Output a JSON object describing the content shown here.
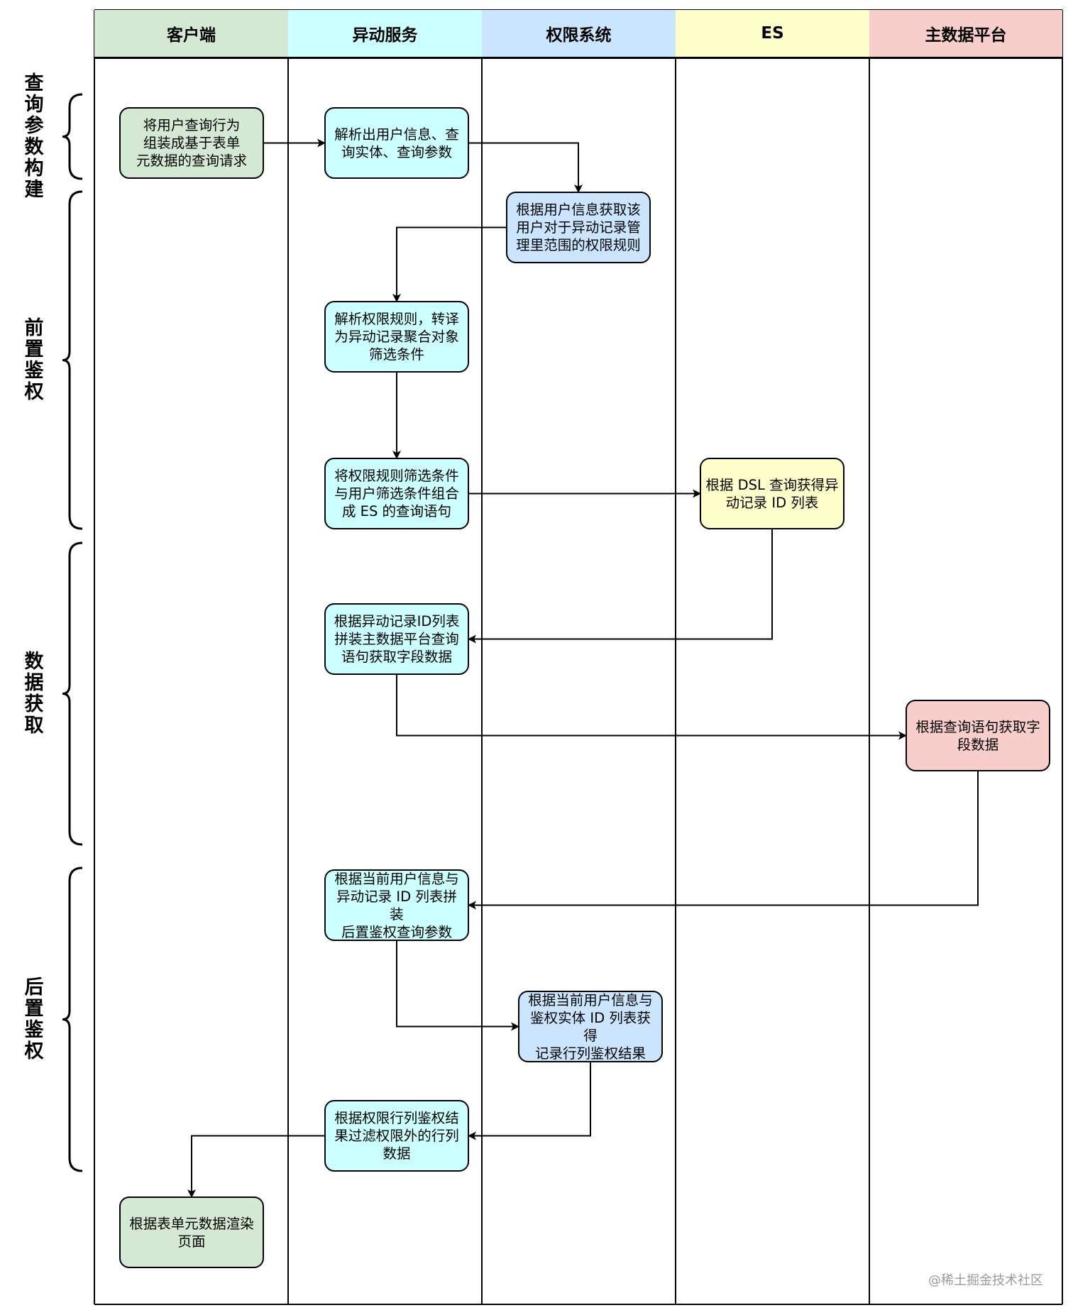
{
  "lanes": [
    {
      "id": "client",
      "label": "客户端",
      "color": "#d5e8d4"
    },
    {
      "id": "anomaly",
      "label": "异动服务",
      "color": "#ccffff"
    },
    {
      "id": "permission",
      "label": "权限系统",
      "color": "#cce5ff"
    },
    {
      "id": "es",
      "label": "ES",
      "color": "#ffffcc"
    },
    {
      "id": "mdp",
      "label": "主数据平台",
      "color": "#f8cecc"
    }
  ],
  "phases": [
    {
      "id": "query-param-build",
      "label": "查询参数构建"
    },
    {
      "id": "pre-auth",
      "label": "前置鉴权"
    },
    {
      "id": "data-fetch",
      "label": "数据获取"
    },
    {
      "id": "post-auth",
      "label": "后置鉴权"
    }
  ],
  "nodes": [
    {
      "id": "n1",
      "lane": "client",
      "lines": [
        "将用户查询行为",
        "组装成基于表单",
        "元数据的查询请求"
      ]
    },
    {
      "id": "n2",
      "lane": "anomaly",
      "lines": [
        "解析出用户信息、查",
        "询实体、查询参数"
      ]
    },
    {
      "id": "n3",
      "lane": "permission",
      "lines": [
        "根据用户信息获取该",
        "用户对于异动记录管",
        "理里范围的权限规则"
      ]
    },
    {
      "id": "n4",
      "lane": "anomaly",
      "lines": [
        "解析权限规则，转译",
        "为异动记录聚合对象",
        "筛选条件"
      ]
    },
    {
      "id": "n5",
      "lane": "anomaly",
      "lines": [
        "将权限规则筛选条件",
        "与用户筛选条件组合",
        "成 ES 的查询语句"
      ]
    },
    {
      "id": "n6",
      "lane": "es",
      "lines": [
        "根据 DSL 查询获得异",
        "动记录 ID 列表"
      ]
    },
    {
      "id": "n7",
      "lane": "anomaly",
      "lines": [
        "根据异动记录ID列表",
        "拼装主数据平台查询",
        "语句获取字段数据"
      ]
    },
    {
      "id": "n8",
      "lane": "mdp",
      "lines": [
        "根据查询语句获取字",
        "段数据"
      ]
    },
    {
      "id": "n9",
      "lane": "anomaly",
      "lines": [
        "根据当前用户信息与",
        "异动记录 ID 列表拼装",
        "后置鉴权查询参数"
      ]
    },
    {
      "id": "n10",
      "lane": "permission",
      "lines": [
        "根据当前用户信息与",
        "鉴权实体 ID 列表获得",
        "记录行列鉴权结果"
      ]
    },
    {
      "id": "n11",
      "lane": "anomaly",
      "lines": [
        "根据权限行列鉴权结",
        "果过滤权限外的行列",
        "数据"
      ]
    },
    {
      "id": "n12",
      "lane": "client",
      "lines": [
        "根据表单元数据渲染",
        "页面"
      ]
    }
  ],
  "edges": [
    {
      "from": "n1",
      "to": "n2"
    },
    {
      "from": "n2",
      "to": "n3"
    },
    {
      "from": "n3",
      "to": "n4"
    },
    {
      "from": "n4",
      "to": "n5"
    },
    {
      "from": "n5",
      "to": "n6"
    },
    {
      "from": "n6",
      "to": "n7"
    },
    {
      "from": "n7",
      "to": "n8"
    },
    {
      "from": "n8",
      "to": "n9"
    },
    {
      "from": "n9",
      "to": "n10"
    },
    {
      "from": "n10",
      "to": "n11"
    },
    {
      "from": "n11",
      "to": "n12"
    }
  ],
  "watermark": "@稀土掘金技术社区"
}
